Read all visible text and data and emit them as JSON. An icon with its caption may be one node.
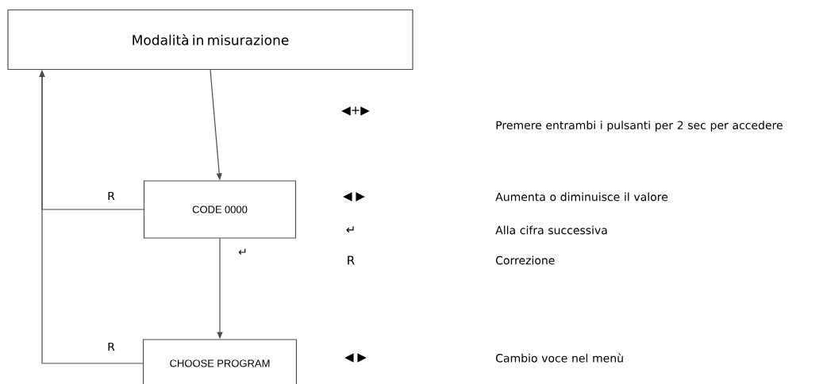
{
  "diagram": {
    "nodes": [
      {
        "text": [
          "Modalità in misurazione"
        ]
      },
      {
        "text": [
          "CODE 0000"
        ]
      },
      {
        "text": [
          "CHOOSE PROGRAM"
        ]
      }
    ],
    "edges": [
      {
        "from": 0,
        "to": 1,
        "arrow": "to"
      },
      {
        "from": 1,
        "to": 2,
        "arrow": "to",
        "label": "↵"
      },
      {
        "from": 1,
        "to": 0,
        "arrow": "to",
        "label": "R"
      },
      {
        "from": 2,
        "to": 0,
        "arrow": "to",
        "label": "R"
      }
    ],
    "labels": [
      "◀+▶",
      "Premere entrambi i pulsanti per 2 sec per accedere",
      "◀ ▶",
      "Aumenta o diminuisce il valore",
      "↵",
      "Alla cifra successiva",
      "R",
      "Correzione",
      "◀ ▶",
      "Cambio voce nel menù"
    ]
  }
}
